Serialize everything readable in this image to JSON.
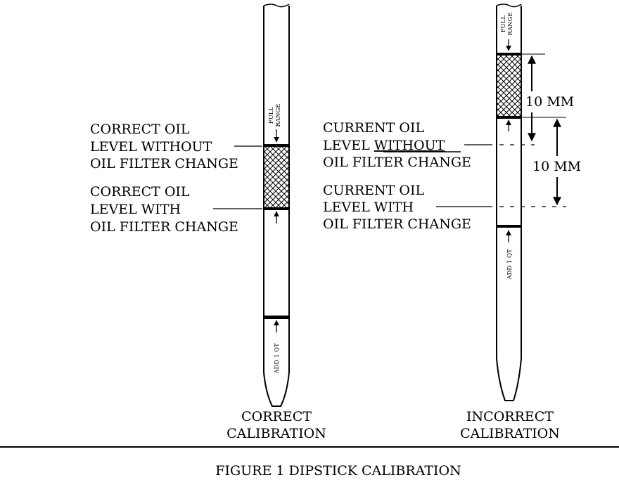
{
  "figure_caption": "FIGURE 1 DIPSTICK CALIBRATION",
  "left_dipstick": {
    "caption_line1": "CORRECT",
    "caption_line2": "CALIBRATION",
    "label_without": [
      "CORRECT OIL",
      "LEVEL WITHOUT",
      "OIL FILTER CHANGE"
    ],
    "label_with": [
      "CORRECT OIL",
      "LEVEL WITH",
      "OIL FILTER CHANGE"
    ],
    "mark_full": [
      "FULL",
      "RANGE"
    ],
    "mark_add": "ADD 1 QT"
  },
  "right_dipstick": {
    "caption_line1": "INCORRECT",
    "caption_line2": "CALIBRATION",
    "label_without": [
      "CURRENT OIL",
      "LEVEL ",
      "WITHOUT",
      "OIL FILTER CHANGE"
    ],
    "label_with": [
      "CURRENT OIL",
      "LEVEL WITH",
      "OIL FILTER CHANGE"
    ],
    "mark_full": [
      "FULL",
      "RANGE"
    ],
    "mark_add": "ADD 1 QT",
    "dimension_upper": "10 MM",
    "dimension_lower": "10 MM"
  }
}
